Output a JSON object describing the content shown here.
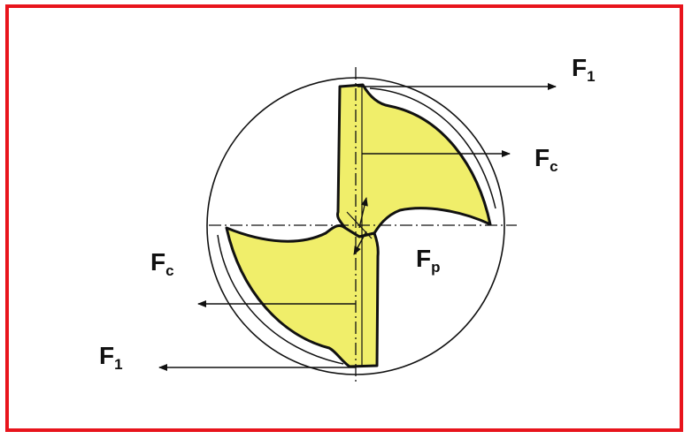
{
  "frame_color": "#e8141c",
  "fill_color": "#f0ee6a",
  "line_color": "#111111",
  "labels": {
    "f1_right": {
      "main": "F",
      "sub": "1"
    },
    "fc_right": {
      "main": "F",
      "sub": "c"
    },
    "fp": {
      "main": "F",
      "sub": "p"
    },
    "fc_left": {
      "main": "F",
      "sub": "c"
    },
    "f1_left": {
      "main": "F",
      "sub": "1"
    }
  }
}
